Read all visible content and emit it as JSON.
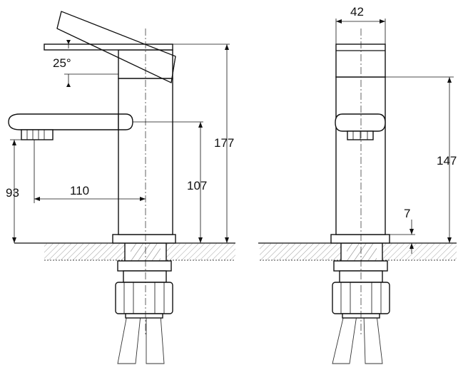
{
  "dimensions": {
    "lever_angle": "25°",
    "spout_reach": "110",
    "spout_height": "93",
    "height_to_spout": "107",
    "total_height": "177",
    "body_width": "42",
    "body_height": "147",
    "base_thickness": "7"
  }
}
